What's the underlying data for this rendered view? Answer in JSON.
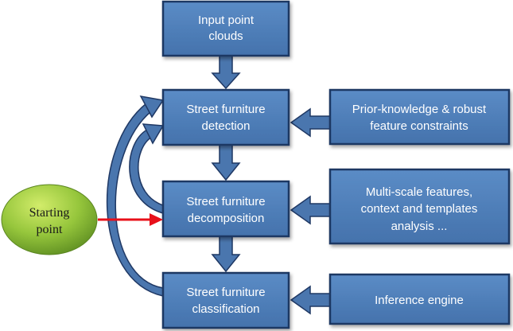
{
  "boxes": {
    "input": {
      "line1": "Input point",
      "line2": "clouds"
    },
    "detection": {
      "line1": "Street furniture",
      "line2": "detection"
    },
    "decomposition": {
      "line1": "Street furniture",
      "line2": "decomposition"
    },
    "classification": {
      "line1": "Street furniture",
      "line2": "classification"
    },
    "prior": {
      "line1": "Prior-knowledge & robust",
      "line2": "feature constraints"
    },
    "multiscale": {
      "line1": "Multi-scale features,",
      "line2": "context and templates",
      "line3": "analysis ..."
    },
    "inference": {
      "line1": "Inference engine"
    }
  },
  "start": {
    "line1": "Starting",
    "line2": "point"
  },
  "colors": {
    "box_fill": "#4f81bd",
    "box_stroke": "#1f3864",
    "arrow_fill": "#4a76ae",
    "arrow_stroke": "#1f3864",
    "start_fill": "#8bbd3a",
    "red_arrow": "#e8101a"
  }
}
